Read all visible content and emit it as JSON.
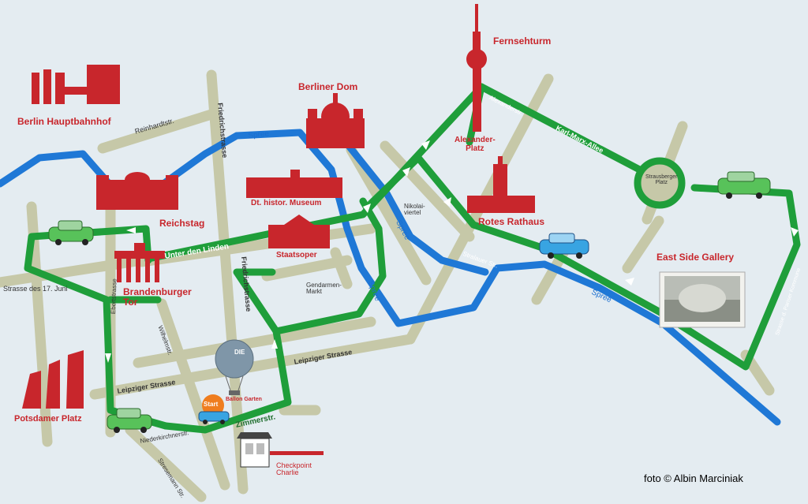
{
  "landmarks": {
    "hauptbahnhof": "Berlin Hauptbahnhof",
    "dom": "Berliner Dom",
    "fernsehturm": "Fernsehturm",
    "alexanderplatz": "Alexander-\nPlatz",
    "museum": "Dt. histor. Museum",
    "reichstag": "Reichstag",
    "staatsoper": "Staatsoper",
    "rathaus": "Rotes Rathaus",
    "eastside": "East Side Gallery",
    "brandenburger": "Brandenburger\nTor",
    "potsdamer": "Potsdamer Platz",
    "ballon": "Ballon Garten",
    "checkpoint": "Checkpoint\nCharlie",
    "start": "Start",
    "balloon_text": "DIE"
  },
  "streets": {
    "reinhardtstr": "Reinhardtstr.",
    "friedrichstrasse_n": "Friedrichstrasse",
    "friedrichstrasse_s": "Friedrichstrasse",
    "unter_den_linden": "Unter den Linden",
    "strasse_17_juni": "Strasse des 17. Juni",
    "ebertstrasse": "Ebertstrasse",
    "wilhelmstr": "Wilhelmstr.",
    "leipziger_w": "Leipziger Strasse",
    "leipziger_e": "Leipziger Strasse",
    "niederkirchnerstr": "Niederkirchnerstr.",
    "zimmerstr": "Zimmerstr.",
    "stresemann": "Stresemann Str.",
    "gendarmenmarkt": "Gendarmen-\nMarkt",
    "nikolaiviertel": "Nikolai-\nviertel",
    "alexanderstr": "Alexanderstr.",
    "karl_marx_allee": "Karl-Marx-Allee",
    "strausberger_platz": "Strausberger\nPlatz",
    "stralauer_str": "Stralauer Str.",
    "parisier_kommune": "Strasse d. Pariser Kommune"
  },
  "water": {
    "spree_1": "Spree",
    "spree_2": "Spree",
    "spree_3": "Spree",
    "spree_4": "Spree"
  },
  "credit": "foto ©  Albin Marciniak",
  "colors": {
    "route": "#1f9e3a",
    "river": "#1f78d6",
    "streets": "#c6c8a8",
    "landmark": "#c8262c",
    "background": "#e4ecf1"
  }
}
